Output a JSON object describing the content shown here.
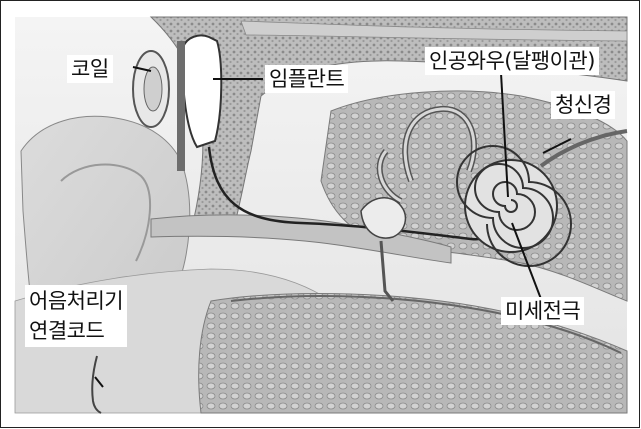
{
  "labels": {
    "coil": "코일",
    "implant": "임플란트",
    "cochlear_implant": "인공와우(달팽이관)",
    "auditory_nerve": "청신경",
    "electrode": "미세전극",
    "processor_cable_line1": "어음처리기",
    "processor_cable_line2": "연결코드"
  }
}
